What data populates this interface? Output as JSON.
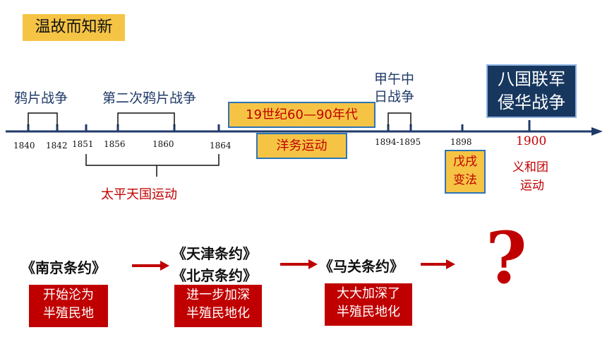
{
  "title": "温故而知新",
  "timeline": {
    "events": {
      "opium_war_1": "鸦片战争",
      "opium_war_2": "第二次鸦片战争",
      "sino_japanese_1": "甲午中",
      "sino_japanese_2": "日战争",
      "eight_nation_1": "八国联军",
      "eight_nation_2": "侵华战争",
      "taiping": "太平天国运动",
      "boxer_1": "义和团",
      "boxer_2": "运动"
    },
    "years": {
      "y1840": "1840",
      "y1842": "1842",
      "y1851": "1851",
      "y1856": "1856",
      "y1860": "1860",
      "y1864": "1864",
      "y1894": "1894-1895",
      "y1898": "1898",
      "y1900": "1900"
    },
    "period_label": "19世纪60—90年代",
    "self_strengthening": "洋务运动",
    "reform_1": "戊戌",
    "reform_2": "变法"
  },
  "treaties": {
    "nanjing": "《南京条约》",
    "tianjin": "《天津条约》",
    "beijing": "《北京条约》",
    "maguan": "《马关条约》",
    "unknown": "?"
  },
  "descriptions": {
    "d1_line1": "开始沦为",
    "d1_line2": "半殖民地",
    "d2_line1": "进一步加深",
    "d2_line2": "半殖民地化",
    "d3_line1": "大大加深了",
    "d3_line2": "半殖民地化"
  },
  "colors": {
    "accent_yellow": "#f6c445",
    "timeline_navy": "#1f3a68",
    "dark_red": "#c00000",
    "navy_box": "#17375e"
  }
}
